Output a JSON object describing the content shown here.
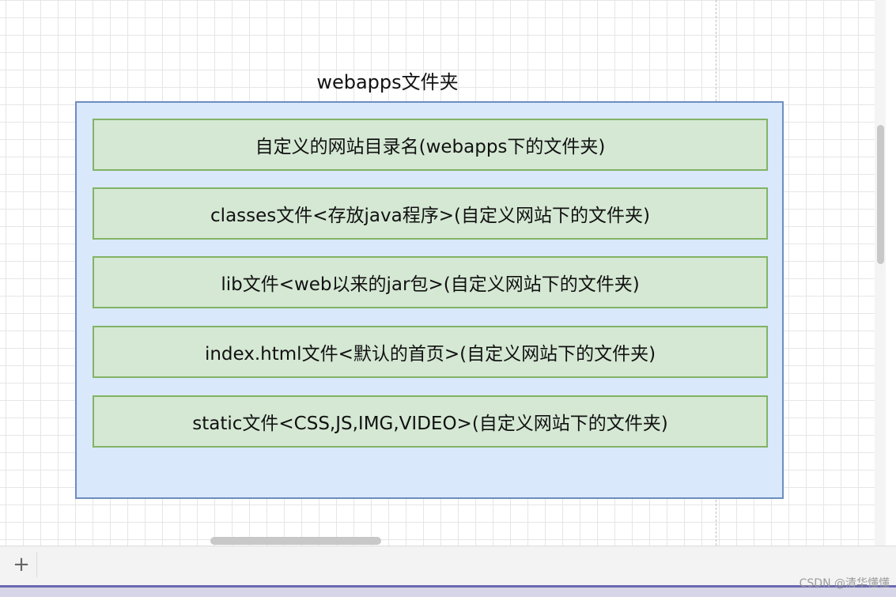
{
  "diagram": {
    "title": "webapps文件夹",
    "items": [
      {
        "label": "自定义的网站目录名(webapps下的文件夹)"
      },
      {
        "label": "classes文件<存放java程序>(自定义网站下的文件夹)"
      },
      {
        "label": "lib文件<web以来的jar包>(自定义网站下的文件夹)"
      },
      {
        "label": "index.html文件<默认的首页>(自定义网站下的文件夹)"
      },
      {
        "label": "static文件<CSS,JS,IMG,VIDEO>(自定义网站下的文件夹)"
      }
    ]
  },
  "bottom_bar": {
    "add_page_icon": "plus-icon",
    "add_page_symbol": "+"
  },
  "watermark": "CSDN @清华懂懂",
  "colors": {
    "container_fill": "#dae8fc",
    "container_stroke": "#6c8ebf",
    "box_fill": "#d5e8d4",
    "box_stroke": "#82b366"
  }
}
